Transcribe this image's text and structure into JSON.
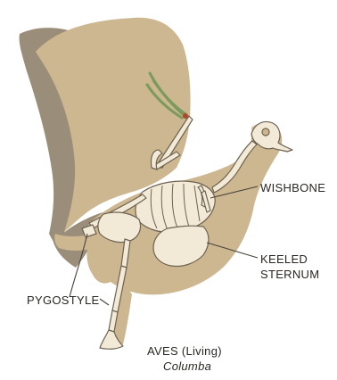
{
  "labels": {
    "wishbone": "WISHBONE",
    "keeled_line1": "KEELED",
    "keeled_line2": "STERNUM",
    "pygostyle": "PYGOSTYLE"
  },
  "caption": {
    "group": "AVES (Living)",
    "genus": "Columba"
  },
  "colors": {
    "silhouette_shadow": "#9a8d7a",
    "silhouette_body": "#cdb790",
    "bone": "#f2ead6",
    "bone_outline": "#6e6253",
    "primary_feathers": "#7d9a5e",
    "leader_line": "#4a433b"
  }
}
